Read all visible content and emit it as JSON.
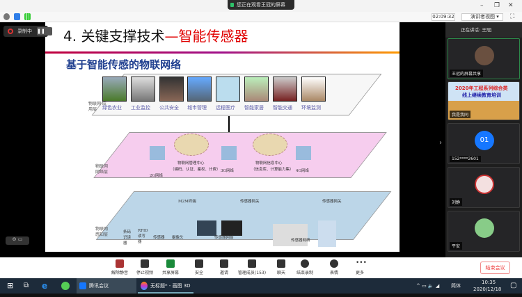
{
  "window": {
    "banner": "您正在观看王冠的屏幕",
    "minimize": "–",
    "restore": "❐",
    "close": "✕"
  },
  "toolbar": {
    "timer": "02:09:32",
    "view_label": "演讲者视图"
  },
  "recording": {
    "label": "录制中"
  },
  "slide": {
    "title_black": "4. 关键支撑技术",
    "title_red": "—智能传感器",
    "subtitle": "基于智能传感的物联网络",
    "app_layer_label": "物联网 应用层",
    "apps": [
      "绿色农业",
      "工业监控",
      "公共安全",
      "城市管理",
      "远程医疗",
      "智能家居",
      "智能交通",
      "环境监测"
    ],
    "net_layer_label": "物联网 网络层",
    "net": {
      "mgmt": "物联网管理中心",
      "mgmt_sub": "（编码、认证、鉴权、计费）",
      "info": "物联网信息中心",
      "info_sub": "（信息库、计算能力集）",
      "g2": "2G网络",
      "g3": "3G网络",
      "g4": "4G网络"
    },
    "sense_layer_label": "物联网 感知层",
    "sense": {
      "m2m": "M2M终端",
      "gw1": "传感器网关",
      "gw2": "传感器网关",
      "barcode": "条码 识读器",
      "rfid": "RFID 读写器",
      "sensor": "传感器",
      "camera": "摄像头",
      "sn1": "传感器网络",
      "sn2": "传感器网络"
    }
  },
  "right_panel": {
    "speaking": "正在讲话: 王冠;",
    "tiles": [
      {
        "name": "王冠的屏幕共享"
      },
      {
        "name": "我是我同",
        "banner1": "2020年工程系列综合类",
        "banner2": "线上继续教育培训"
      },
      {
        "name": "152****2601",
        "avatar": "01"
      },
      {
        "name": "刘静"
      },
      {
        "name": "平安"
      }
    ]
  },
  "bottom_toolbar": {
    "items": [
      "解除静音",
      "停止视频",
      "共享屏幕",
      "安全",
      "邀请",
      "管理成员(153)",
      "聊天",
      "结束录制",
      "表情",
      "更多"
    ],
    "end_meeting": "结束会议"
  },
  "taskbar": {
    "apps": [
      "腾讯会议",
      "无标题* - 画图 3D"
    ],
    "ime": "简体",
    "time": "10:35",
    "date": "2020/12/18"
  }
}
